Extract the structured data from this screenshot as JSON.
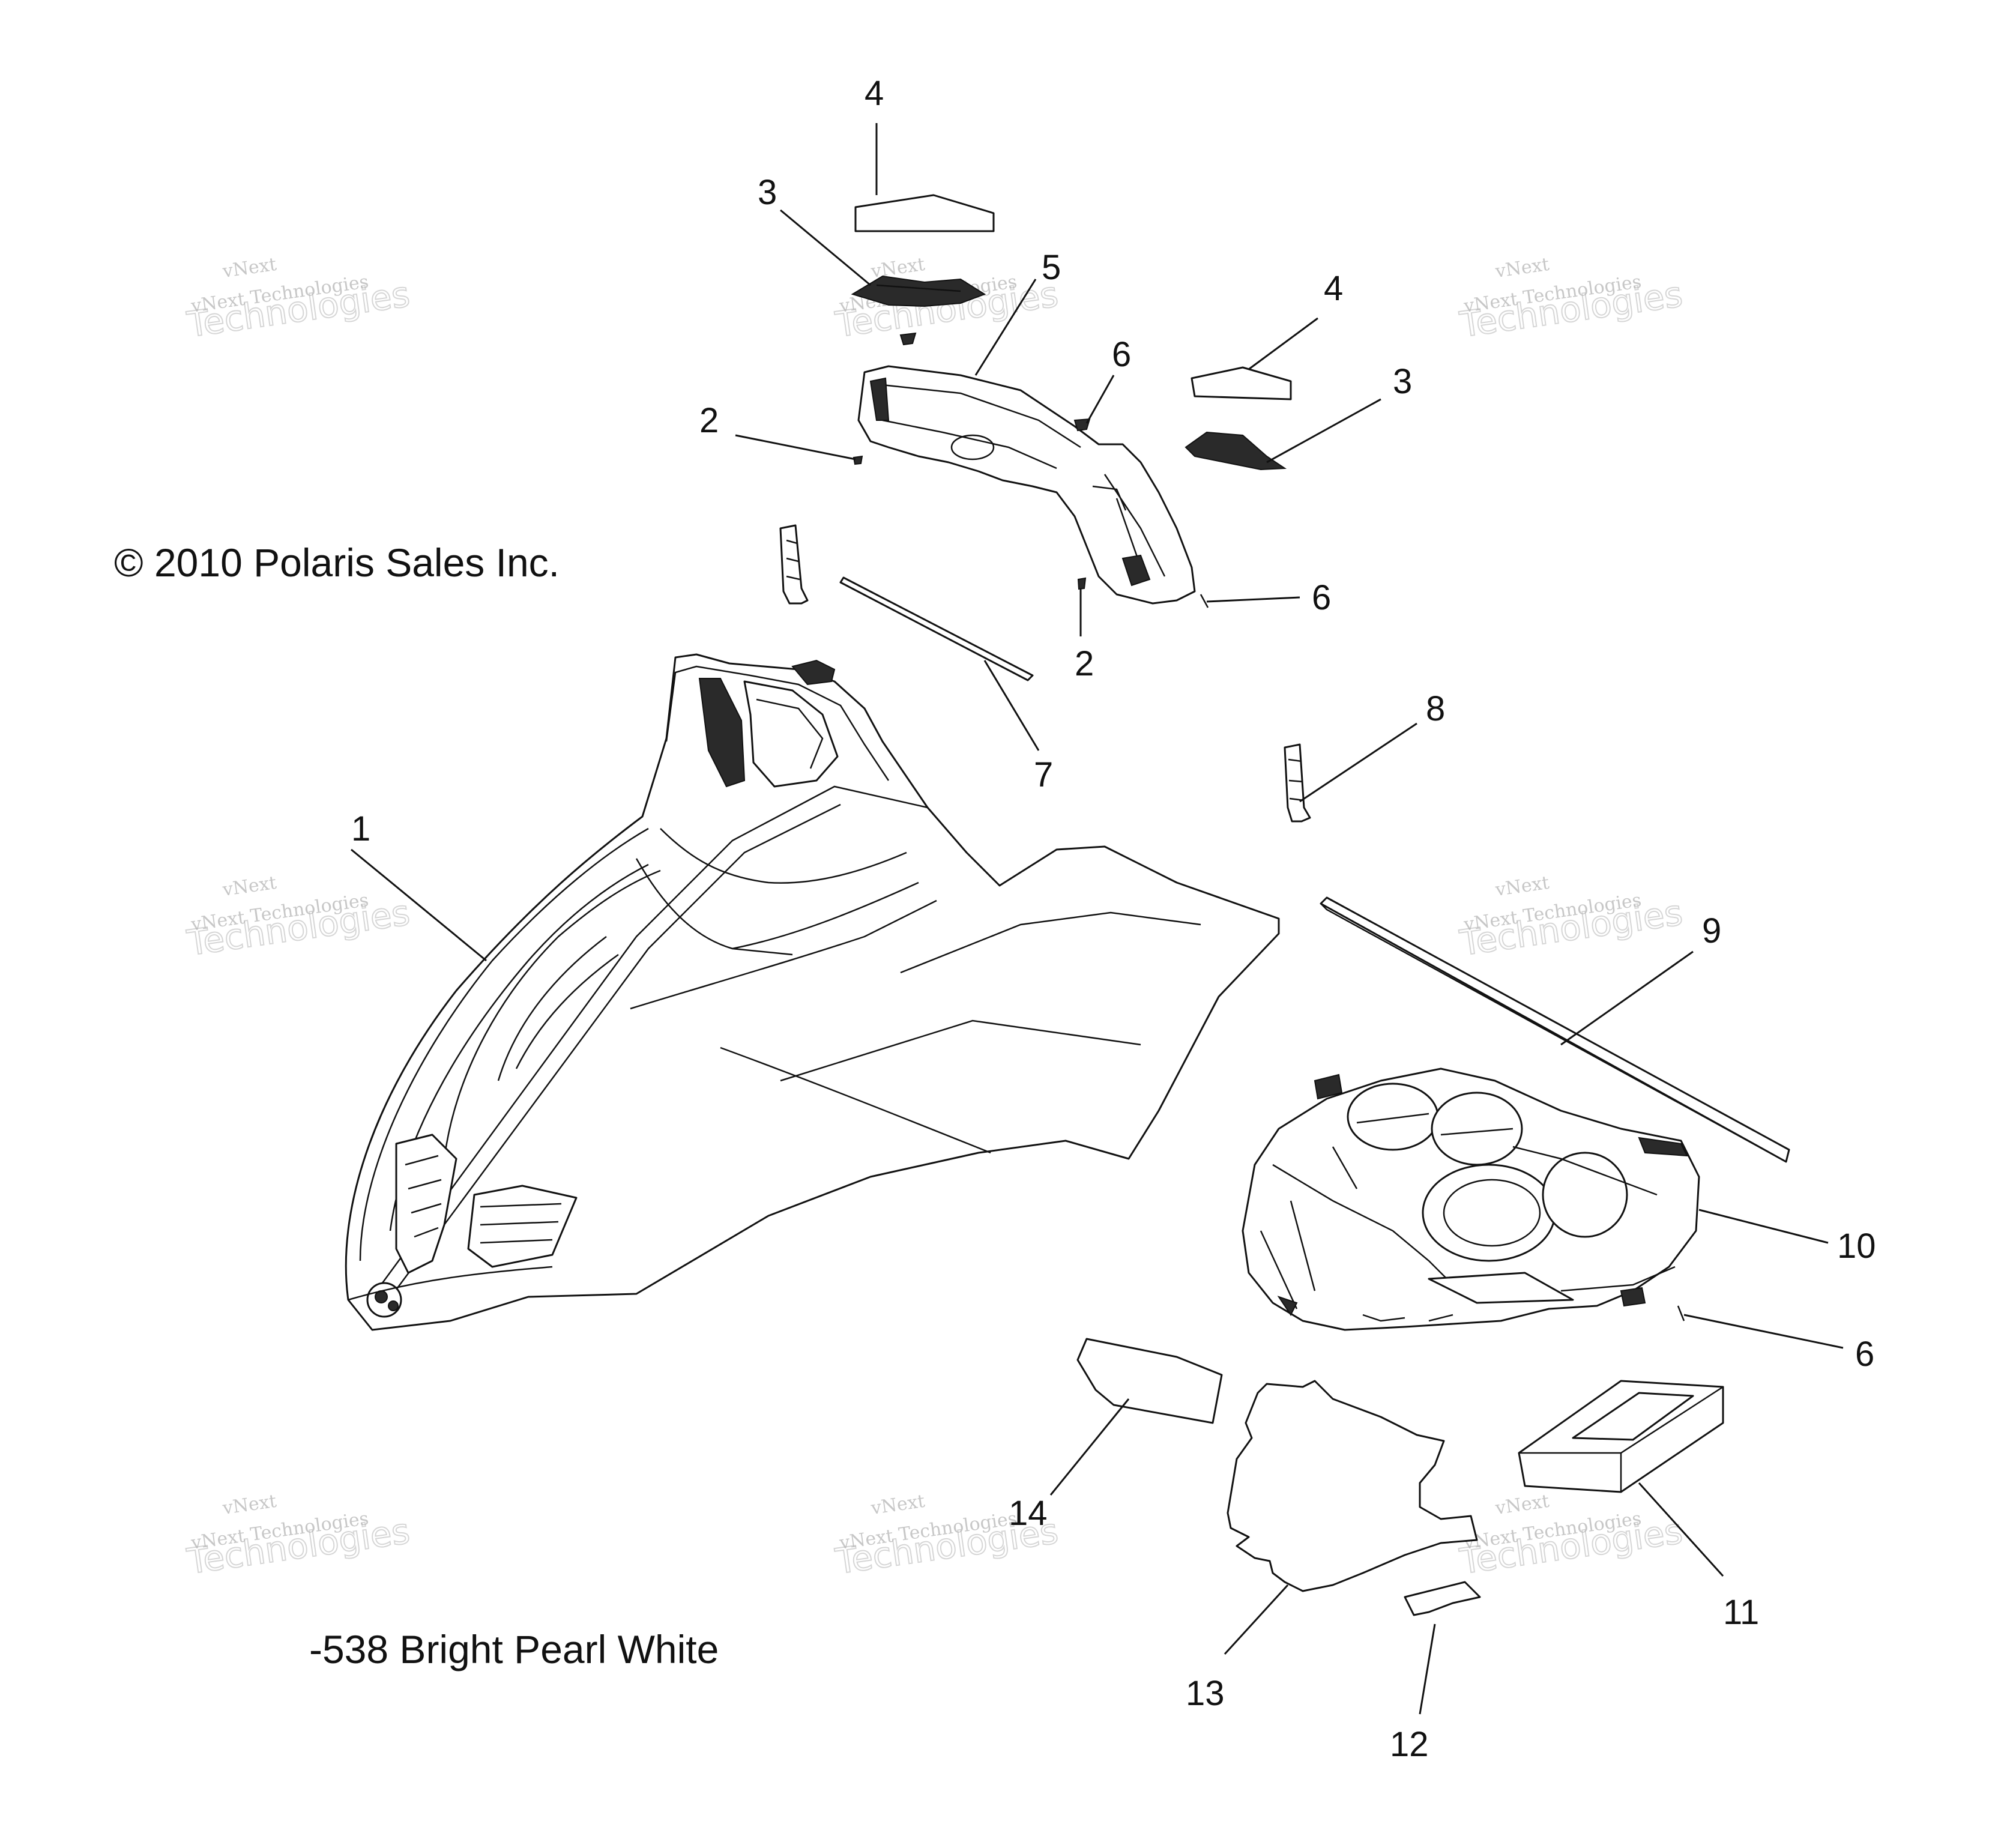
{
  "copyright": "© 2010 Polaris Sales Inc.",
  "color_note": "-538  Bright Pearl White",
  "watermark": {
    "line1": "vNext",
    "line2": "vNext Technologies",
    "line3": "Technologies"
  },
  "callouts": {
    "c1": "1",
    "c2a": "2",
    "c2b": "2",
    "c3a": "3",
    "c3b": "3",
    "c4a": "4",
    "c4b": "4",
    "c5": "5",
    "c6a": "6",
    "c6b": "6",
    "c6c": "6",
    "c7": "7",
    "c8": "8",
    "c9": "9",
    "c10": "10",
    "c11": "11",
    "c12": "12",
    "c13": "13",
    "c14": "14"
  }
}
